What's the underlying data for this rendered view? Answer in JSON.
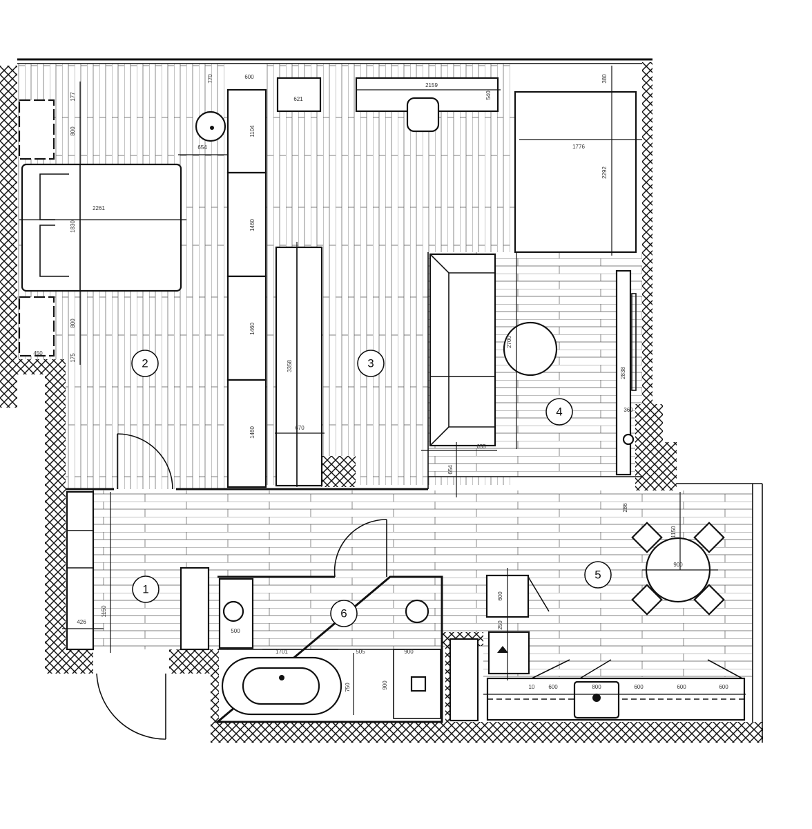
{
  "plan": {
    "rooms": [
      {
        "number": "1"
      },
      {
        "number": "2"
      },
      {
        "number": "3"
      },
      {
        "number": "4"
      },
      {
        "number": "5"
      },
      {
        "number": "6"
      }
    ],
    "dimensions": {
      "bed_length": "2261",
      "bed_width": "1830",
      "bedside_top_offset": "177",
      "bedside_top_depth": "800",
      "bedside_bottom_depth": "800",
      "bedside_bottom_width": "450",
      "bedside_bottom_offset": "175",
      "basin_offset": "770",
      "wardrobe_top": "600",
      "shelf_width": "621",
      "desk_length": "2159",
      "desk_depth": "540",
      "bed2_offset": "380",
      "bed2_width": "1776",
      "bed2_length": "2292",
      "basin_gap": "654",
      "wardrobe_1": "1104",
      "wardrobe_2": "1460",
      "wardrobe_3": "1460",
      "wardrobe_4": "1460",
      "cabinet_length": "3358",
      "cabinet_depth": "670",
      "living_depth": "2700",
      "tv_length": "2838",
      "tv_depth": "360",
      "sofa_gap": "655",
      "sofa_offset": "654",
      "table_offset": "286",
      "table_depth": "1150",
      "table_diameter": "900",
      "hall_cabinet": "426",
      "hall_length": "1150",
      "sink_width": "500",
      "bath_length": "1701",
      "bath_gap": "505",
      "shower_width": "900",
      "bath_width": "750",
      "shower_depth": "900",
      "fridge_depth": "600",
      "oven_gap": "250",
      "k_gap": "10",
      "k1": "600",
      "k_sink": "800",
      "k2": "600",
      "k3": "600",
      "k4": "600"
    }
  }
}
